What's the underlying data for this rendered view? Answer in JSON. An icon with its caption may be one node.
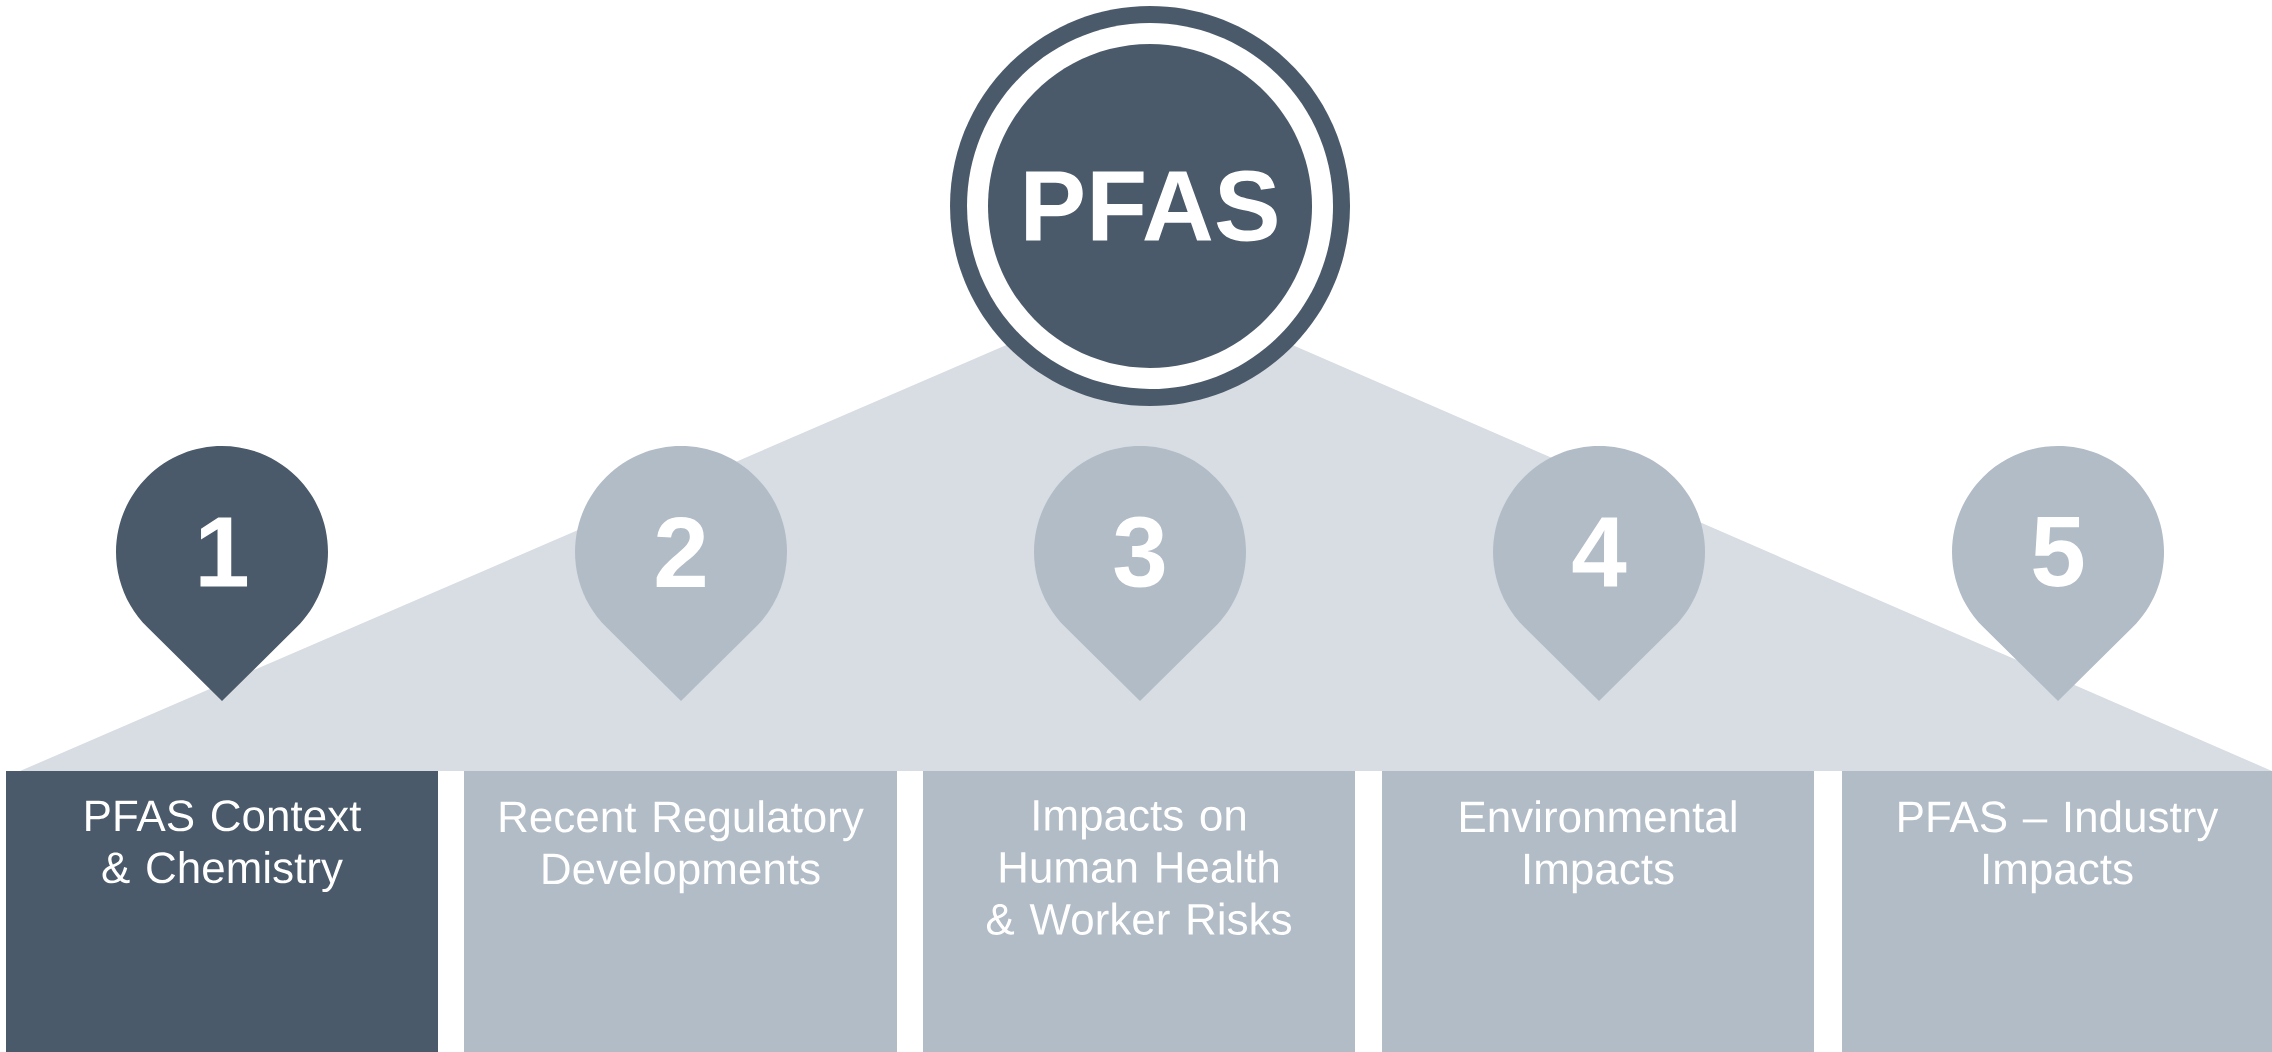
{
  "diagram": {
    "nodes": [
      {
        "text": [
          "PFAS"
        ]
      },
      {
        "text": [
          "1"
        ]
      },
      {
        "text": [
          "2"
        ]
      },
      {
        "text": [
          "3"
        ]
      },
      {
        "text": [
          "4"
        ]
      },
      {
        "text": [
          "5"
        ]
      },
      {
        "text": [
          "PFAS Context & Chemistry"
        ]
      },
      {
        "text": [
          "Recent Regulatory Developments"
        ]
      },
      {
        "text": [
          "Impacts on Human Health & Worker Risks"
        ]
      },
      {
        "text": [
          "Environmental Impacts"
        ]
      },
      {
        "text": [
          "PFAS – Industry Impacts"
        ]
      }
    ]
  }
}
